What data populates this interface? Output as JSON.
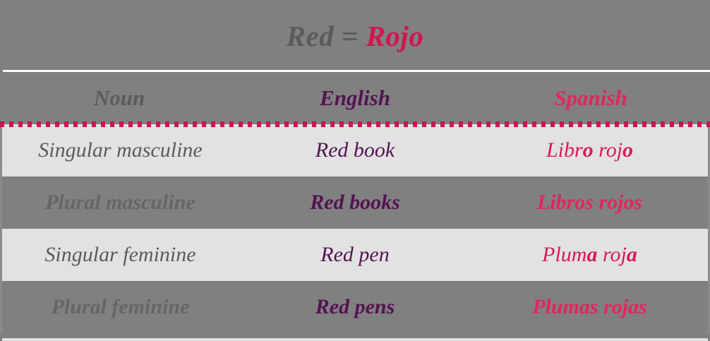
{
  "title": {
    "english": "Red = ",
    "spanish": "Rojo"
  },
  "colors": {
    "page_background": "#808080",
    "row_light_background": "#e2e2e2",
    "gray_text": "#5b5b5b",
    "purple_text": "#541351",
    "pink_text": "#d81a57",
    "dotted_rule": "#cc1050",
    "title_rule": "#fdfdfd"
  },
  "headers": {
    "noun": "Noun",
    "english": "English",
    "spanish": "Spanish"
  },
  "rows": [
    {
      "noun": "Singular masculine",
      "english": "Red book",
      "spanish_stem1": "Libr",
      "spanish_end1": "o",
      "spanish_mid": " roj",
      "spanish_end2": "o",
      "spanish_full": "Libro rojo",
      "shade": "light"
    },
    {
      "noun": "Plural masculine",
      "english": "Red books",
      "spanish_stem1": "Libr",
      "spanish_end1": "os",
      "spanish_mid": " roj",
      "spanish_end2": "os",
      "spanish_full": "Libros rojos",
      "shade": "dark"
    },
    {
      "noun": "Singular feminine",
      "english": "Red pen",
      "spanish_stem1": "Plum",
      "spanish_end1": "a",
      "spanish_mid": " roj",
      "spanish_end2": "a",
      "spanish_full": "Pluma roja",
      "shade": "light"
    },
    {
      "noun": "Plural feminine",
      "english": "Red pens",
      "spanish_stem1": "Plum",
      "spanish_end1": "as",
      "spanish_mid": " roj",
      "spanish_end2": "as",
      "spanish_full": "Plumas rojas",
      "shade": "dark"
    }
  ]
}
